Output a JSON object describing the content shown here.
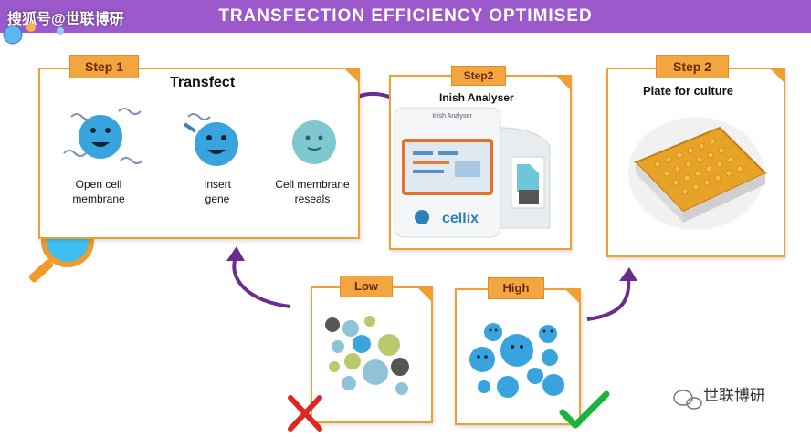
{
  "banner": {
    "title": "TRANSFECTION EFFICIENCY OPTIMISED",
    "watermark": "搜狐号@世联博研",
    "color": "#9c59cc"
  },
  "step1": {
    "tag": "Step 1",
    "title": "Transfect",
    "labels": [
      "Open cell membrane",
      "Insert gene",
      "Cell membrane reseals"
    ]
  },
  "step2": {
    "tag": "Step2",
    "title": "Inish Analyser",
    "device_brand": "cellix",
    "device_small_label": "Inish Analyser"
  },
  "step3": {
    "tag": "Step 2",
    "title": "Plate for culture"
  },
  "low": {
    "tag": "Low"
  },
  "high": {
    "tag": "High"
  },
  "footer": {
    "brand": "世联博研"
  },
  "colors": {
    "accent": "#f3a640",
    "arrow": "#6a2c8e",
    "cross": "#e02525",
    "check": "#1db33a",
    "cell": "#3aa6e0"
  }
}
